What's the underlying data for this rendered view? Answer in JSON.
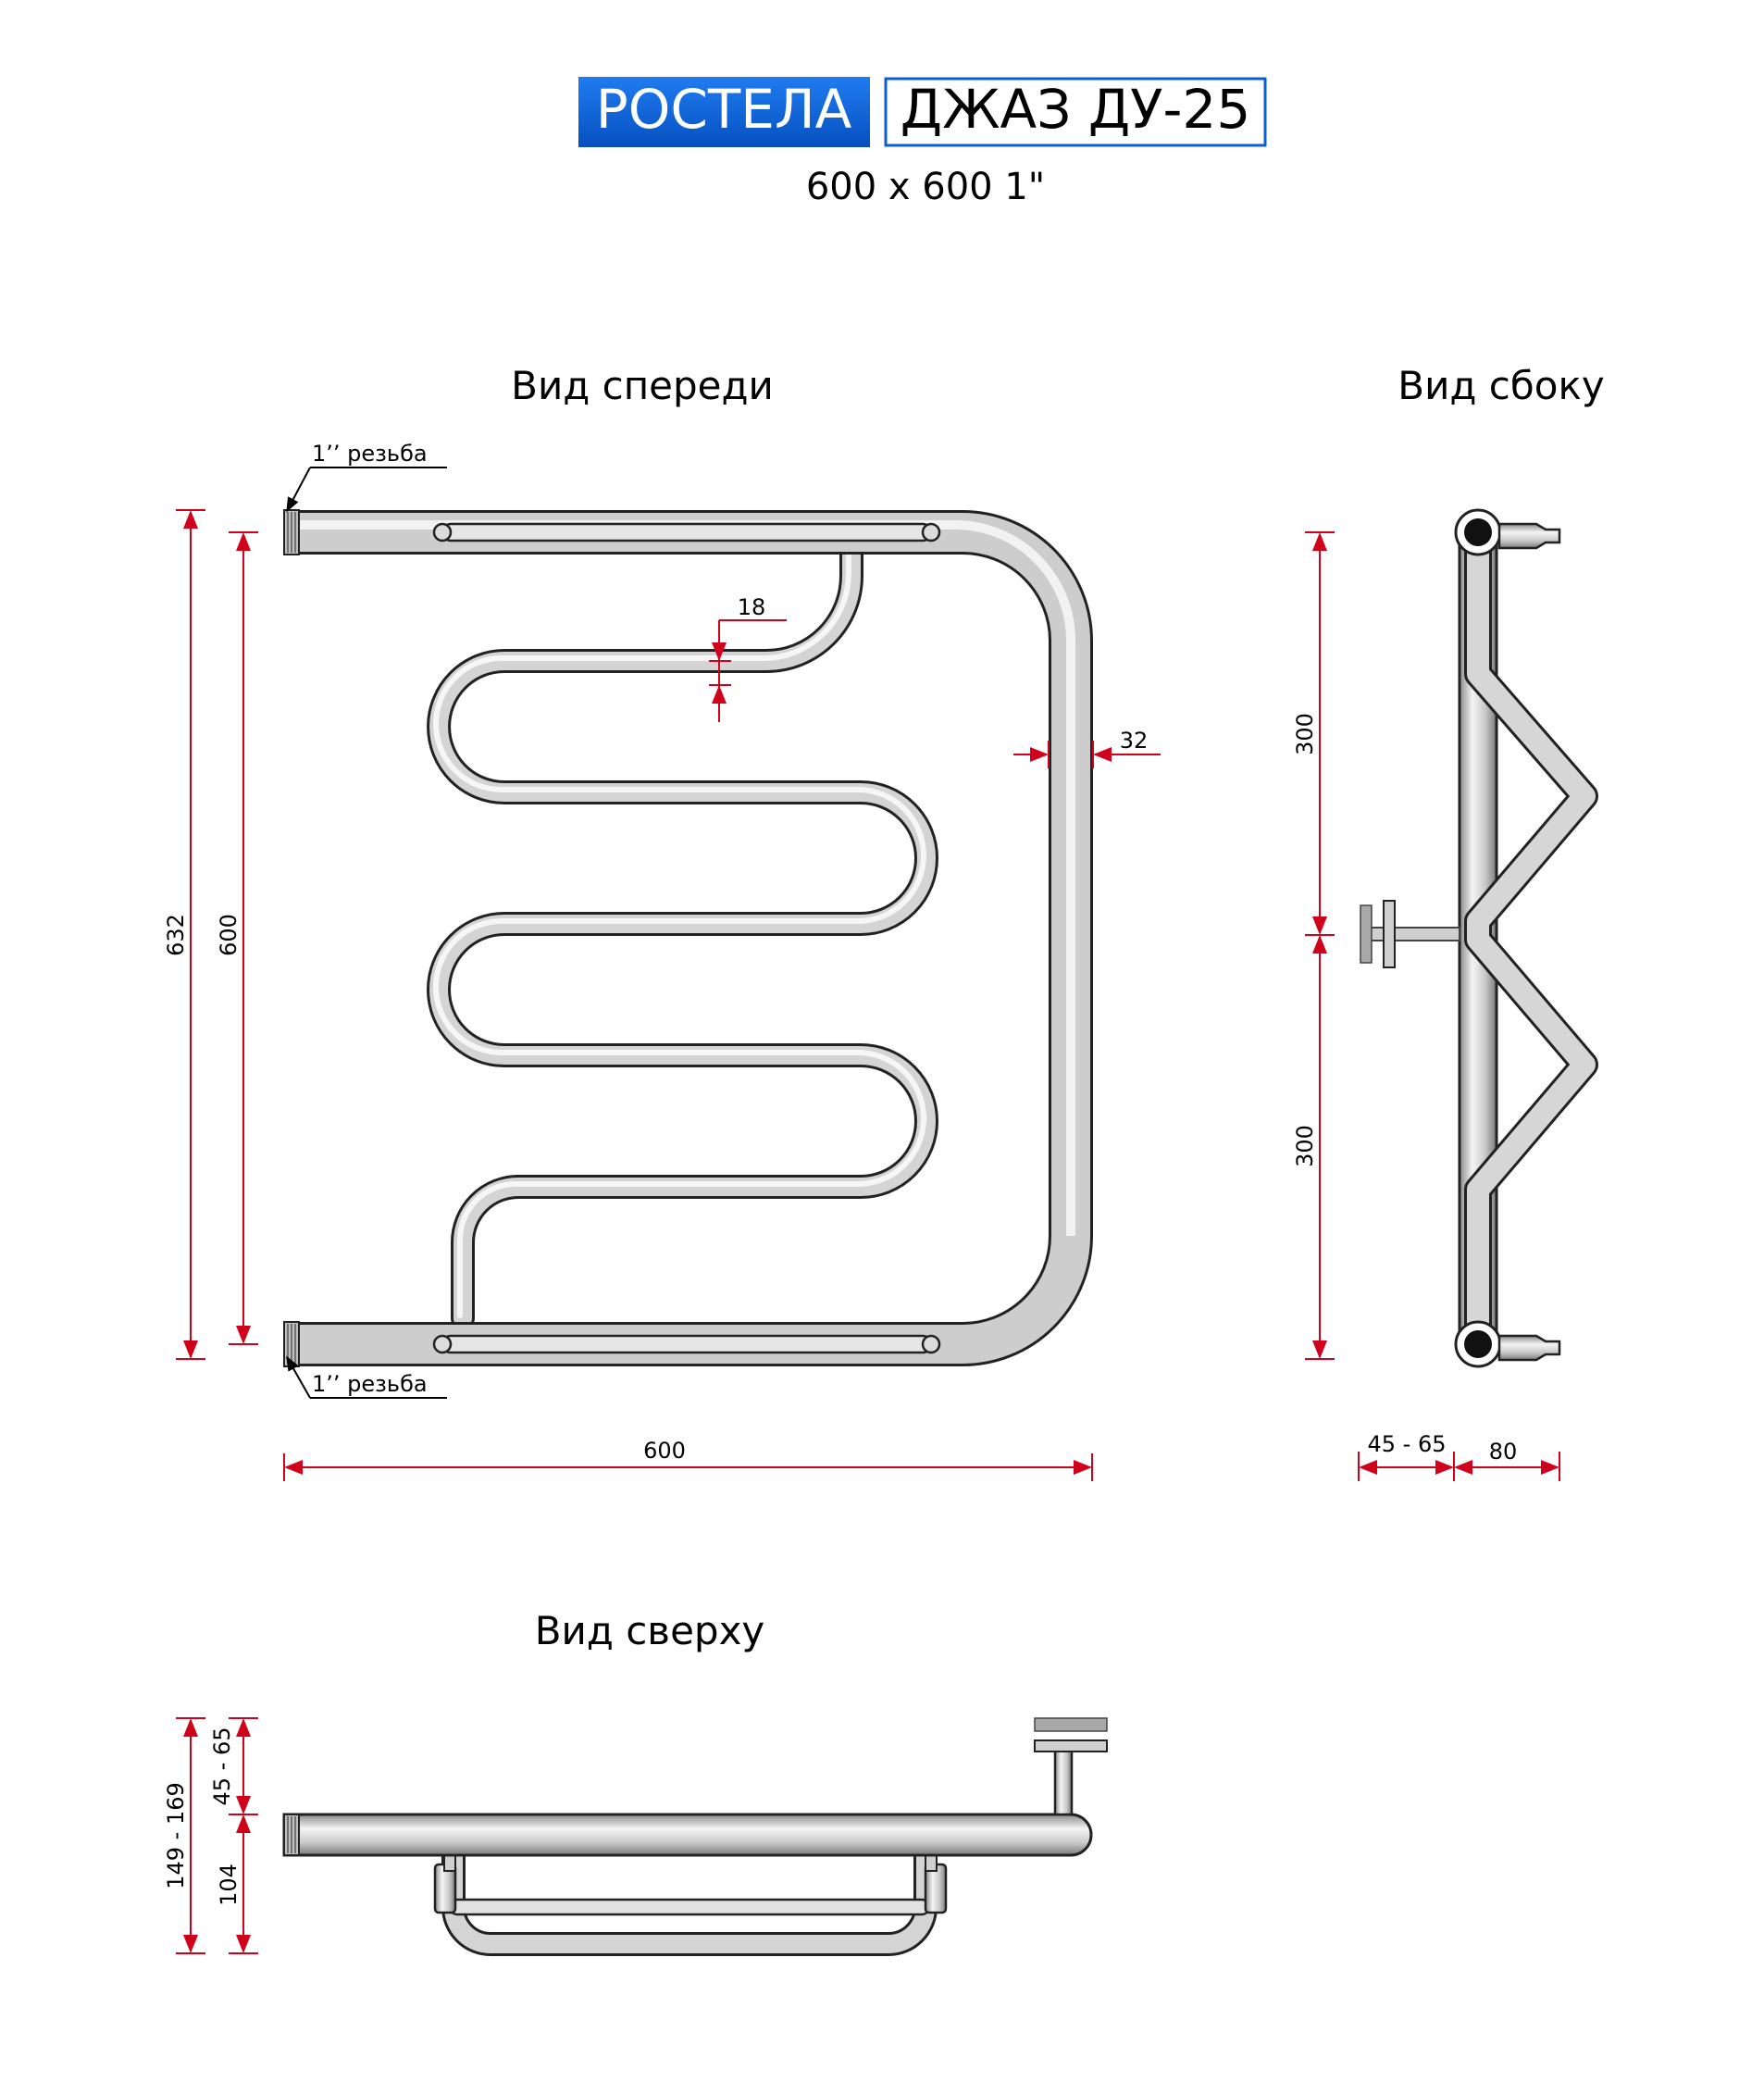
{
  "header": {
    "brand": "РОСТЕЛА",
    "model": "ДЖАЗ ДУ-25",
    "size_spec": "600 x 600 1\"",
    "brand_color": "#0a5fd6",
    "model_border_color": "#0a5fd6"
  },
  "front_view": {
    "title": "Вид спереди",
    "thread_top": "1’’ резьба",
    "thread_bottom": "1’’ резьба",
    "dim_total_height": "632",
    "dim_axis_height": "600",
    "dim_width": "600",
    "dim_offset": "18",
    "dim_pipe": "32"
  },
  "side_view": {
    "title": "Вид сбоку",
    "dim_upper": "300",
    "dim_lower": "300",
    "dim_wall_offset": "45 - 65",
    "dim_depth": "80"
  },
  "top_view": {
    "title": "Вид сверху",
    "dim_total": "149 - 169",
    "dim_wall": "45 - 65",
    "dim_depth": "104"
  },
  "colors": {
    "dimension_line": "#d0021b",
    "pipe_outline": "#222222",
    "pipe_fill": "#cfcfcf"
  }
}
